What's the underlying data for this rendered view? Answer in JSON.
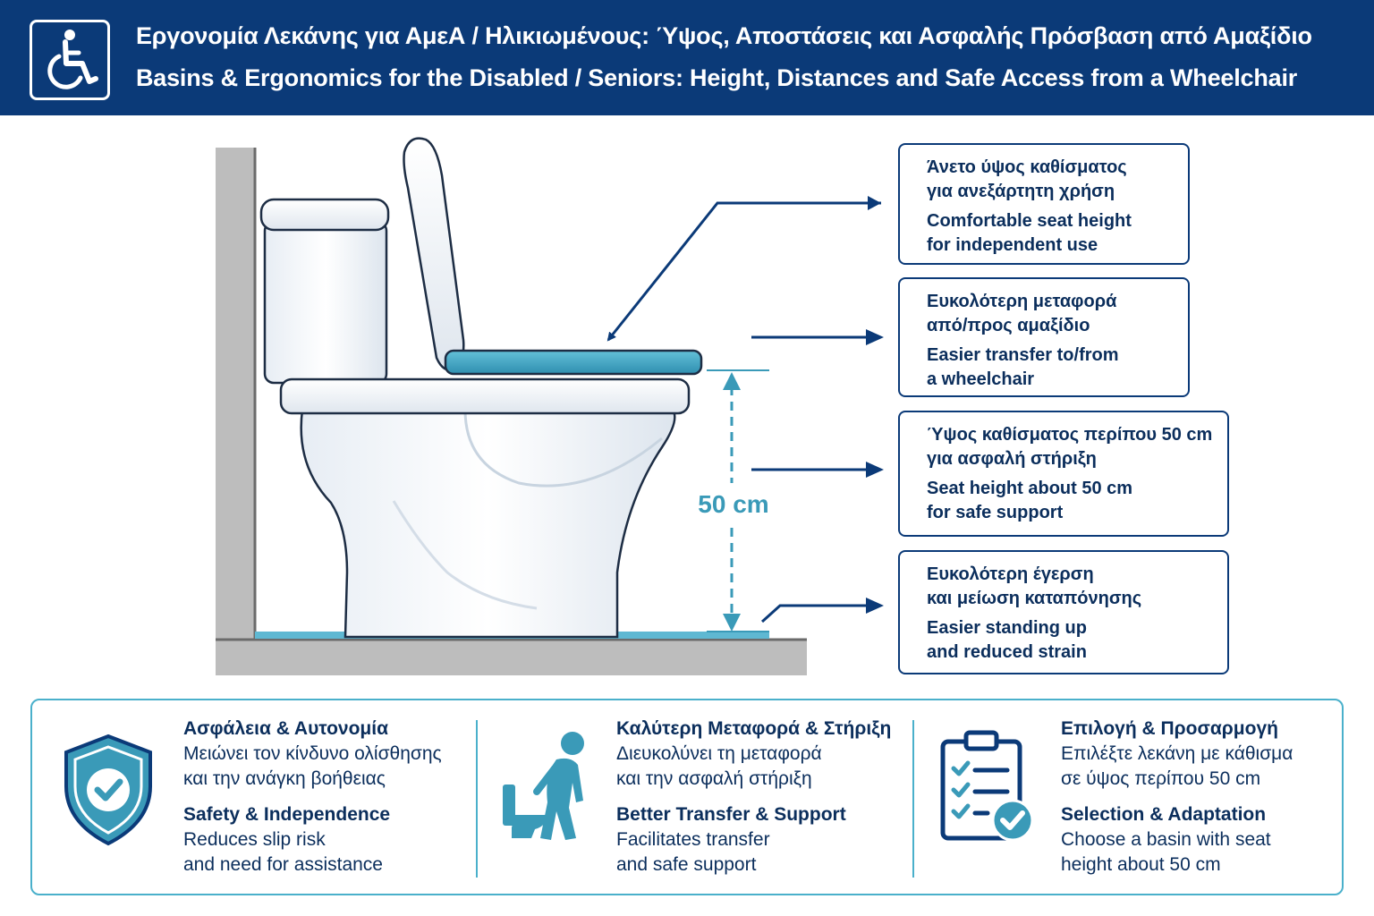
{
  "header": {
    "title_gr": "Εργονομία Λεκάνης για ΑμεΑ / Ηλικιωμένους: Ύψος, Αποστάσεις και Ασφαλής Πρόσβαση από Αμαξίδιο",
    "title_en": "Basins & Ergonomics for the Disabled / Seniors: Height, Distances and Safe Access from a Wheelchair",
    "logo_icon": "wheelchair-icon"
  },
  "diagram": {
    "measurement_label": "50 cm"
  },
  "callouts": [
    {
      "gr1": "Άνετο ύψος καθίσματος",
      "gr2": "για ανεξάρτητη χρήση",
      "en1": "Comfortable seat height",
      "en2": "for independent use"
    },
    {
      "gr1": "Ευκολότερη μεταφορά",
      "gr2": "από/προς αμαξίδιο",
      "en1": "Easier transfer to/from",
      "en2": "a wheelchair"
    },
    {
      "gr1": "Ύψος καθίσματος περίπου 50 cm",
      "gr2": "για ασφαλή στήριξη",
      "en1": "Seat height about 50 cm",
      "en2": "for safe support"
    },
    {
      "gr1": "Ευκολότερη έγερση",
      "gr2": "και μείωση καταπόνησης",
      "en1": "Easier standing up",
      "en2": "and reduced strain"
    }
  ],
  "features": [
    {
      "icon": "shield-check-icon",
      "title_gr": "Ασφάλεια & Αυτονομία",
      "gr1": "Μειώνει τον κίνδυνο ολίσθησης",
      "gr2": "και την ανάγκη βοήθειας",
      "title_en": "Safety & Independence",
      "en1": "Reduces slip risk",
      "en2": "and need for assistance"
    },
    {
      "icon": "person-toilet-icon",
      "title_gr": "Καλύτερη Μεταφορά & Στήριξη",
      "gr1": "Διευκολύνει τη μεταφορά",
      "gr2": "και την ασφαλή στήριξη",
      "title_en": "Better Transfer & Support",
      "en1": "Facilitates transfer",
      "en2": "and safe support"
    },
    {
      "icon": "clipboard-check-icon",
      "title_gr": "Επιλογή & Προσαρμογή",
      "gr1": "Επιλέξτε λεκάνη με κάθισμα",
      "gr2": "σε ύψος περίπου 50 cm",
      "title_en": "Selection & Adaptation",
      "en1": "Choose a basin with seat",
      "en2": "height about 50 cm"
    }
  ],
  "colors": {
    "navy": "#0b3a78",
    "teal": "#3a9ab8",
    "light_teal": "#4ab0cb",
    "wall_gray": "#bdbdbd"
  }
}
